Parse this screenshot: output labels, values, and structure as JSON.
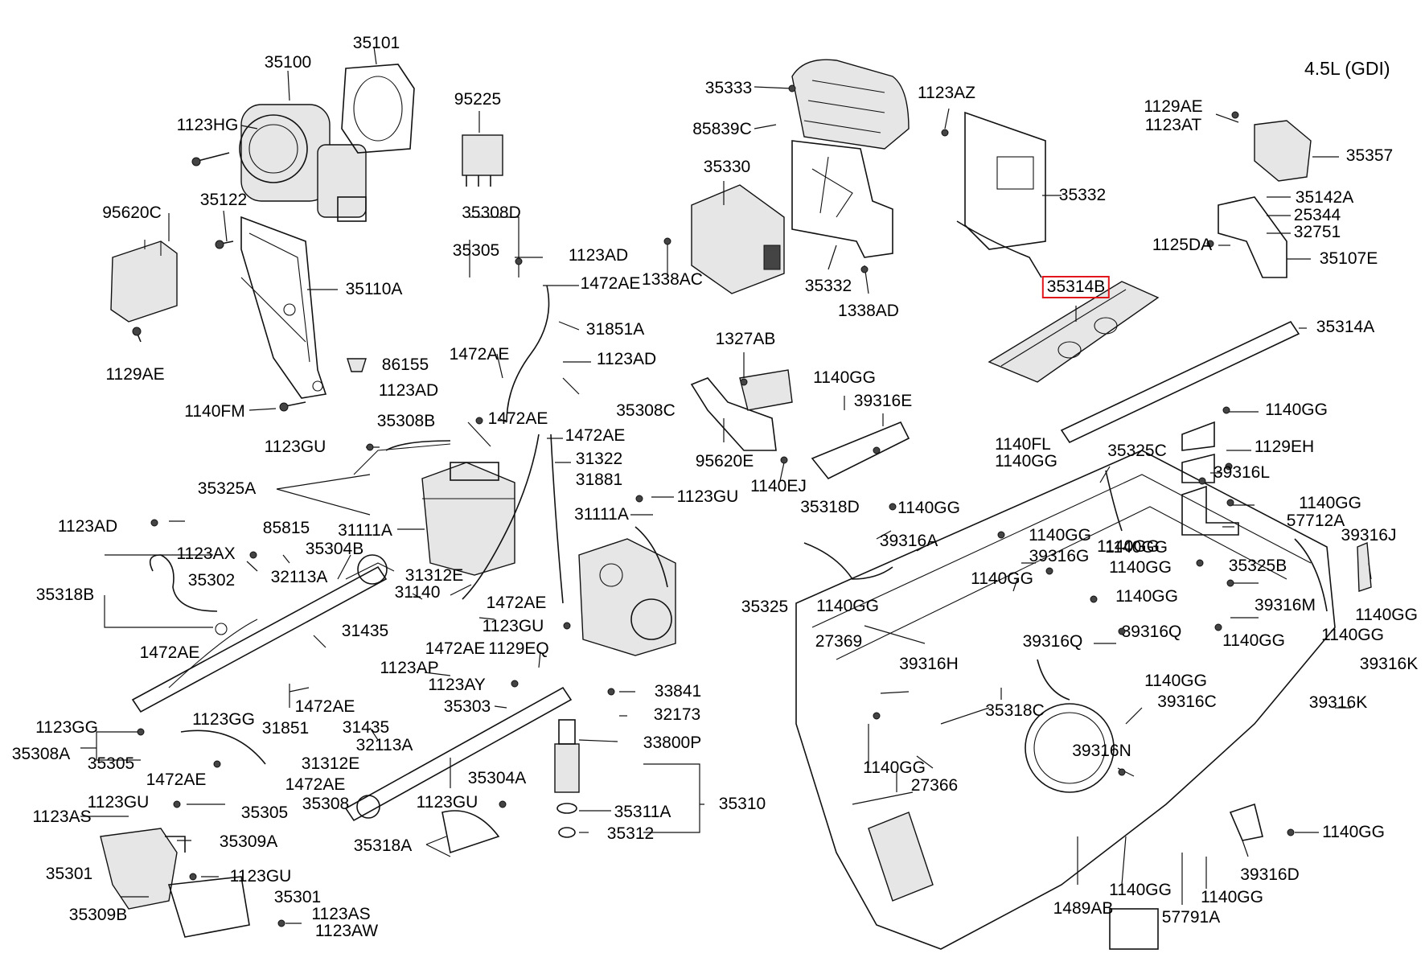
{
  "diagram": {
    "title": "4.5L (GDI)",
    "highlighted_part": "35314B",
    "highlight_color": "#e0161a",
    "labels": {
      "p35100": "35100",
      "p35101": "35101",
      "p1123HG": "1123HG",
      "p35122": "35122",
      "p95620C": "95620C",
      "p1129AE_left": "1129AE",
      "p35110A": "35110A",
      "p86155": "86155",
      "p1140FM": "1140FM",
      "p95225": "95225",
      "p35308D": "35308D",
      "p35305_top": "35305",
      "p1123AD_a": "1123AD",
      "p1472AE_a": "1472AE",
      "p31851A": "31851A",
      "p1472AE_b": "1472AE",
      "p1123AD_b": "1123AD",
      "p1123AD_c": "1123AD",
      "p35308C": "35308C",
      "p35308B": "35308B",
      "p1472AE_c": "1472AE",
      "p1472AE_d": "1472AE",
      "p1123GU_a": "1123GU",
      "p31322": "31322",
      "p31881": "31881",
      "p35325A": "35325A",
      "p31111A_a": "31111A",
      "p1123GU_b": "1123GU",
      "p31111A_b": "31111A",
      "p1123AD_d": "1123AD",
      "p85815": "85815",
      "p1123AX": "1123AX",
      "p35304B": "35304B",
      "p35302": "35302",
      "p32113A_a": "32113A",
      "p31312E_a": "31312E",
      "p35318B": "35318B",
      "p31140": "31140",
      "p1472AE_e": "1472AE",
      "p35325": "35325",
      "p1123GU_c": "1123GU",
      "p31435_a": "31435",
      "p1472AE_f": "1472AE",
      "p1129EQ": "1129EQ",
      "p1472AE_g": "1472AE",
      "p1123AP": "1123AP",
      "p1123AY": "1123AY",
      "p33841": "33841",
      "p35303": "35303",
      "p32173": "32173",
      "p1472AE_h": "1472AE",
      "p31851": "31851",
      "p1123GG_a": "1123GG",
      "p1123GG_b": "1123GG",
      "p31435_b": "31435",
      "p32113A_b": "32113A",
      "p33800P": "33800P",
      "p35308A": "35308A",
      "p35305_mid": "35305",
      "p31312E_b": "31312E",
      "p1472AE_i": "1472AE",
      "p1472AE_j": "1472AE",
      "p35304A": "35304A",
      "p35310": "35310",
      "p1123GU_d": "1123GU",
      "p35305_bot": "35305",
      "p35308": "35308",
      "p1123GU_e": "1123GU",
      "p35311A": "35311A",
      "p1123AS_a": "1123AS",
      "p35312": "35312",
      "p35309A": "35309A",
      "p35318A": "35318A",
      "p35301_a": "35301",
      "p1123GU_f": "1123GU",
      "p35301_b": "35301",
      "p35309B": "35309B",
      "p1123AS_b": "1123AS",
      "p1123AW": "1123AW",
      "p35333": "35333",
      "p85839C": "85839C",
      "p35330": "35330",
      "p1338AC": "1338AC",
      "p35332_a": "35332",
      "p1338AD": "1338AD",
      "p1123AZ": "1123AZ",
      "p35332_b": "35332",
      "p1327AB": "1327AB",
      "p95620E": "95620E",
      "p1140EJ": "1140EJ",
      "p1140GG_a": "1140GG",
      "p39316E": "39316E",
      "p35314B": "35314B",
      "p35314A": "35314A",
      "p1129AE_r": "1129AE",
      "p1123AT": "1123AT",
      "p35357": "35357",
      "p35142A": "35142A",
      "p25344": "25344",
      "p1125DA": "1125DA",
      "p32751": "32751",
      "p35107E": "35107E",
      "p1140GG_b": "1140GG",
      "p1129EH": "1129EH",
      "p1140FL": "1140FL",
      "p1140GG_c": "1140GG",
      "p35325C": "35325C",
      "p39316L": "39316L",
      "p35318D": "35318D",
      "p1140GG_d": "1140GG",
      "p1140GG_e": "1140GG",
      "p57712A": "57712A",
      "p1140GG_f": "1140GG",
      "p39316A": "39316A",
      "p1140GG_g": "1140GG",
      "p39316G": "39316G",
      "p1140GG_h": "1140GG",
      "p39316J": "39316J",
      "p1140GG_i": "1140GG",
      "p35325B": "35325B",
      "p1140GG_j": "1140GG",
      "p1140GG_k": "1140GG",
      "p1140GG_l": "1140GG",
      "p39316M": "39316M",
      "p1140GG_m": "1140GG",
      "p27369": "27369",
      "p39316Q_a": "39316Q",
      "p39316Q_b": "39316Q",
      "p1140GG_n": "1140GG",
      "p39316H": "39316H",
      "p39316K_a": "39316K",
      "p1140GG_o": "1140GG",
      "p35318C": "35318C",
      "p39316C": "39316C",
      "p39316K_b": "39316K",
      "p1140GG_p": "1140GG",
      "p27366": "27366",
      "p39316N": "39316N",
      "p1140GG_q": "1140GG",
      "p1140GG_r": "1140GG",
      "p1140GG_s": "1140GG",
      "p39316D": "39316D",
      "p1489AB": "1489AB",
      "p57791A": "57791A"
    }
  }
}
